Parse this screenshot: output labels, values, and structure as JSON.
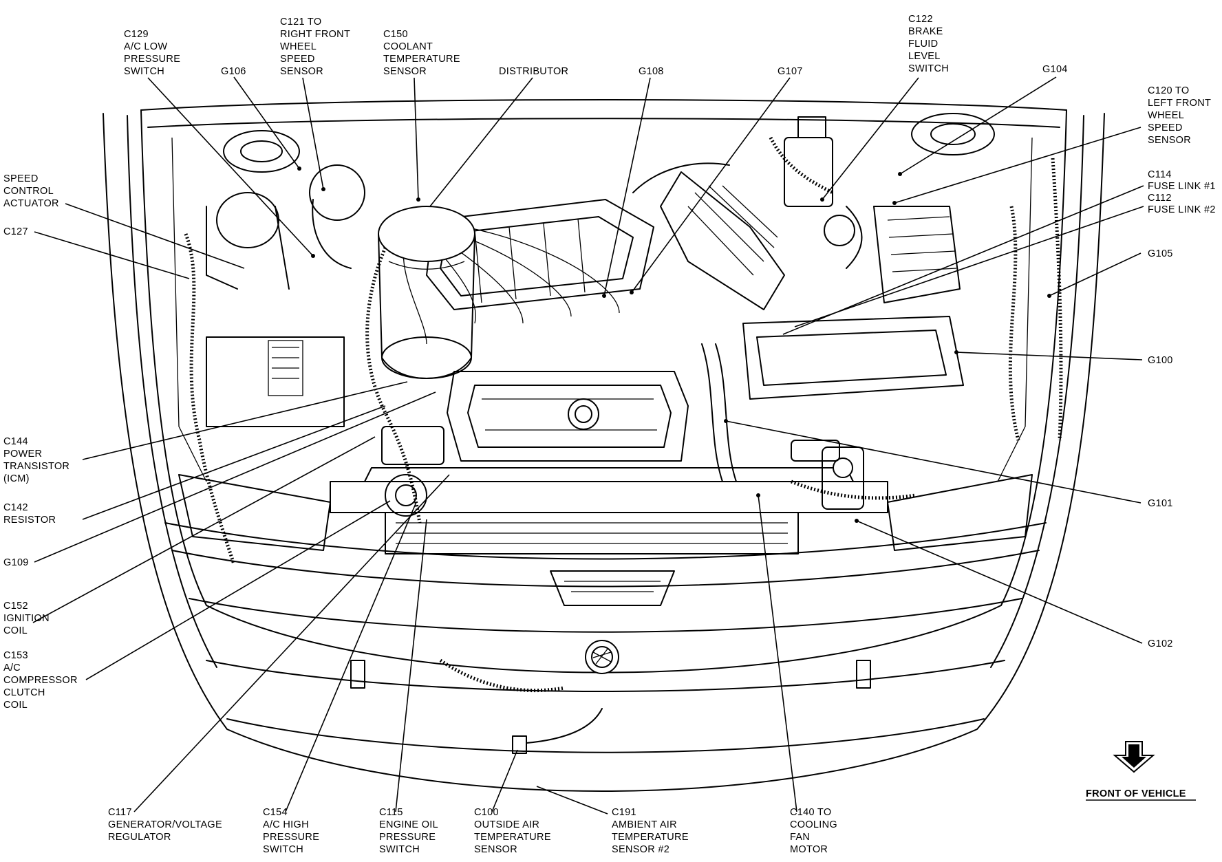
{
  "diagram": {
    "labels": [
      {
        "id": "c129",
        "lines": [
          "C129",
          "A/C LOW",
          "PRESSURE",
          "SWITCH"
        ]
      },
      {
        "id": "g106",
        "lines": [
          "G106"
        ]
      },
      {
        "id": "c121",
        "lines": [
          "C121 TO",
          "RIGHT FRONT",
          "WHEEL",
          "SPEED",
          "SENSOR"
        ]
      },
      {
        "id": "c150",
        "lines": [
          "C150",
          "COOLANT",
          "TEMPERATURE",
          "SENSOR"
        ]
      },
      {
        "id": "distributor",
        "lines": [
          "DISTRIBUTOR"
        ]
      },
      {
        "id": "g108",
        "lines": [
          "G108"
        ]
      },
      {
        "id": "g107",
        "lines": [
          "G107"
        ]
      },
      {
        "id": "c122",
        "lines": [
          "C122",
          "BRAKE",
          "FLUID",
          "LEVEL",
          "SWITCH"
        ]
      },
      {
        "id": "g104",
        "lines": [
          "G104"
        ]
      },
      {
        "id": "c120",
        "lines": [
          "C120 TO",
          "LEFT FRONT",
          "WHEEL",
          "SPEED",
          "SENSOR"
        ]
      },
      {
        "id": "speed-control",
        "lines": [
          "SPEED",
          "CONTROL",
          "ACTUATOR"
        ]
      },
      {
        "id": "c127",
        "lines": [
          "C127"
        ]
      },
      {
        "id": "c114",
        "lines": [
          "C114",
          "FUSE LINK #1"
        ]
      },
      {
        "id": "c112",
        "lines": [
          "C112",
          "FUSE LINK #2"
        ]
      },
      {
        "id": "g105",
        "lines": [
          "G105"
        ]
      },
      {
        "id": "g100",
        "lines": [
          "G100"
        ]
      },
      {
        "id": "c144",
        "lines": [
          "C144",
          "POWER",
          "TRANSISTOR",
          "(ICM)"
        ]
      },
      {
        "id": "c142",
        "lines": [
          "C142",
          "RESISTOR"
        ]
      },
      {
        "id": "g109",
        "lines": [
          "G109"
        ]
      },
      {
        "id": "g101",
        "lines": [
          "G101"
        ]
      },
      {
        "id": "c152",
        "lines": [
          "C152",
          "IGNITION",
          "COIL"
        ]
      },
      {
        "id": "c153",
        "lines": [
          "C153",
          "A/C",
          "COMPRESSOR",
          "CLUTCH",
          "COIL"
        ]
      },
      {
        "id": "g102",
        "lines": [
          "G102"
        ]
      },
      {
        "id": "c117",
        "lines": [
          "C117",
          "GENERATOR/VOLTAGE",
          "REGULATOR"
        ]
      },
      {
        "id": "c154",
        "lines": [
          "C154",
          "A/C HIGH",
          "PRESSURE",
          "SWITCH"
        ]
      },
      {
        "id": "c115",
        "lines": [
          "C115",
          "ENGINE OIL",
          "PRESSURE",
          "SWITCH"
        ]
      },
      {
        "id": "c100",
        "lines": [
          "C100",
          "OUTSIDE AIR",
          "TEMPERATURE",
          "SENSOR"
        ]
      },
      {
        "id": "c191",
        "lines": [
          "C191",
          "AMBIENT AIR",
          "TEMPERATURE",
          "SENSOR #2"
        ]
      },
      {
        "id": "c140",
        "lines": [
          "C140 TO",
          "COOLING",
          "FAN",
          "MOTOR"
        ]
      }
    ],
    "front_of_vehicle": "FRONT OF VEHICLE",
    "icons": [
      "front-arrow-icon",
      "grille-emblem-icon"
    ]
  }
}
